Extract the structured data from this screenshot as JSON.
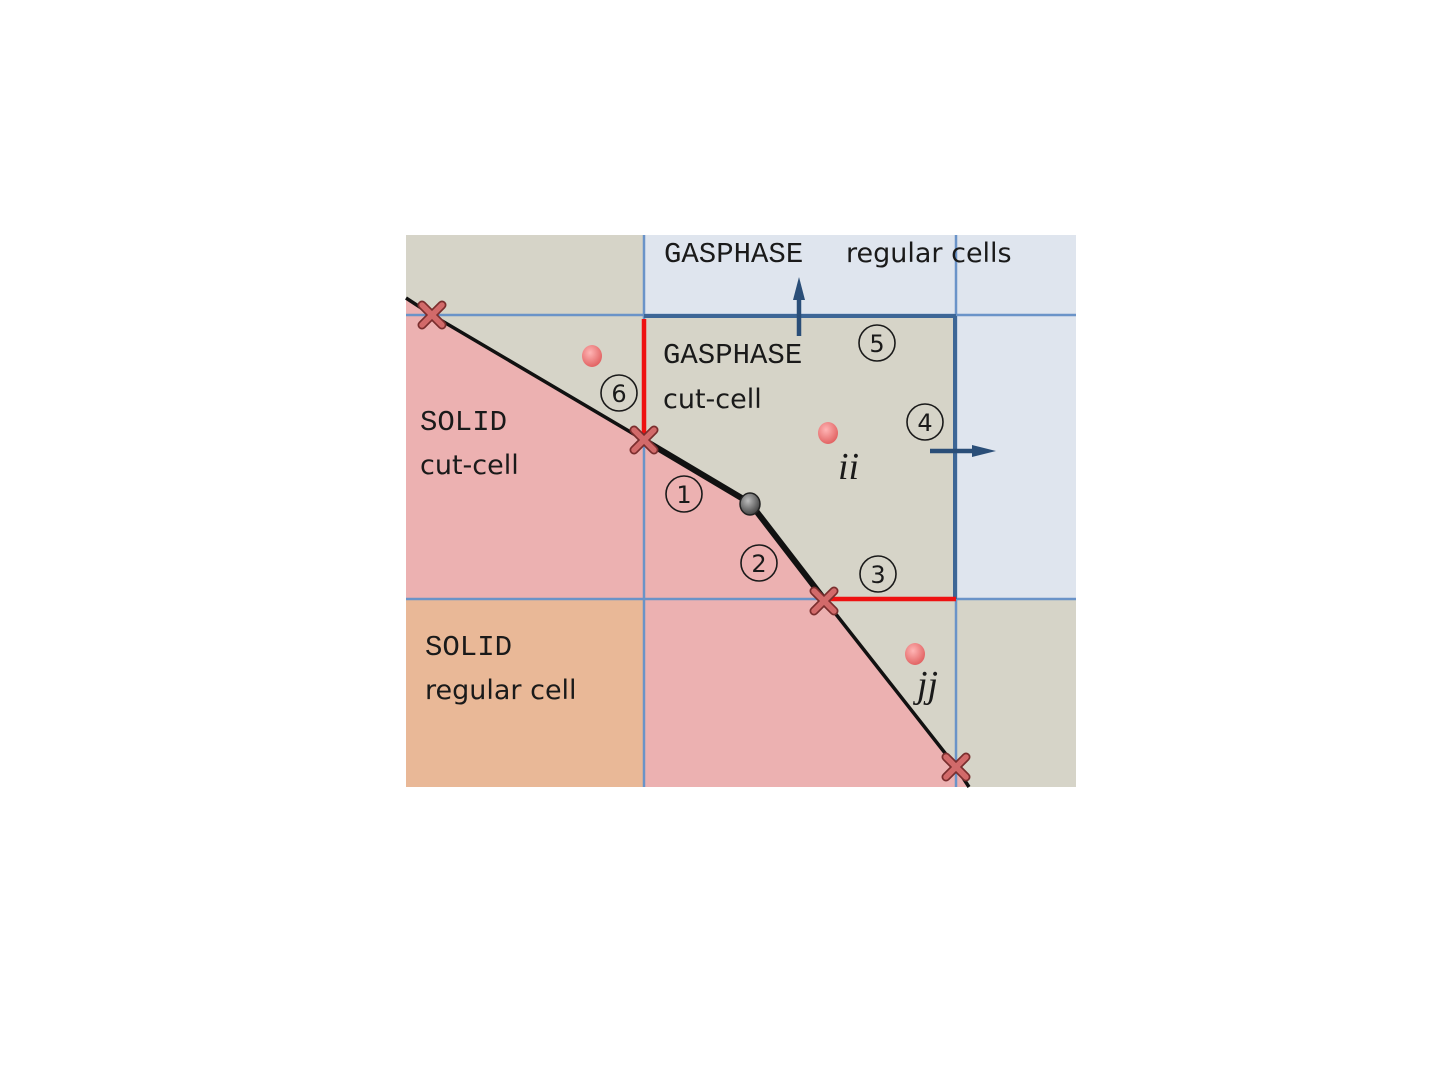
{
  "labels": {
    "gasphase_regular_mono": "GASPHASE",
    "gasphase_regular_text": "regular cells",
    "gasphase_cut_mono": "GASPHASE",
    "gasphase_cut_text": "cut-cell",
    "solid_cut_mono": "SOLID",
    "solid_cut_text": "cut-cell",
    "solid_regular_mono": "SOLID",
    "solid_regular_text": "regular cell",
    "cell_ii": "ii",
    "cell_jj": "jj"
  },
  "face_numbers": [
    "1",
    "2",
    "3",
    "4",
    "5",
    "6"
  ],
  "colors": {
    "gas_cutcell": "#d6d4c8",
    "gas_regular": "#dfe5ee",
    "solid_cutcell": "#ecb1b1",
    "solid_regular": "#e9b897",
    "grid_line": "#6a93c8",
    "cut_cell_border": "#3d6696",
    "highlight_face": "#ee1111",
    "boundary": "#111111",
    "intersection_marker": "#c96262",
    "centroid_marker": "#ee7a7a",
    "arrow": "#2a4e78"
  }
}
